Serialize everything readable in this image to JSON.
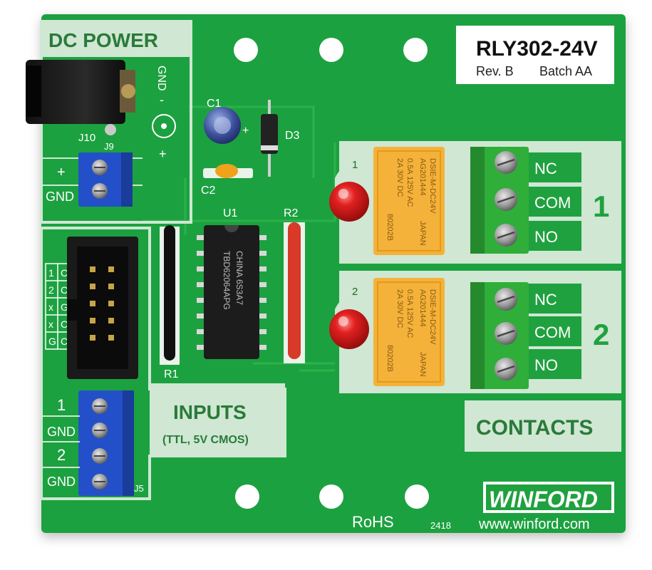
{
  "board": {
    "colors": {
      "pcb": "#1fa13f",
      "silk_panel": "#cfe7d3",
      "silk_text": "#ffffff",
      "panel_text": "#2a7a3a",
      "relay": "#f4b23a",
      "terminal_green": "#2fae3a",
      "terminal_blue": "#2350c8",
      "led": "#d81c1c"
    },
    "model": "RLY302-24V",
    "revision": "Rev. B",
    "batch": "Batch AA",
    "sections": {
      "dc_power": "DC POWER",
      "inputs": "INPUTS",
      "inputs_sub": "(TTL, 5V CMOS)",
      "contacts": "CONTACTS"
    },
    "power_labels": {
      "gnd": "GND",
      "minus": "-",
      "plus": "+"
    },
    "designators": {
      "j10": "J10",
      "j9": "J9",
      "j5": "J5",
      "c1": "C1",
      "c2": "C2",
      "d3": "D3",
      "u1": "U1",
      "r1": "R1",
      "r2": "R2"
    },
    "c1_plus": "+",
    "j9_labels": {
      "plus": "+",
      "gnd": "GND"
    },
    "input_labels": [
      "1",
      "GND",
      "2",
      "GND"
    ],
    "header_labels": [
      [
        "1",
        "C"
      ],
      [
        "2",
        "C"
      ],
      [
        "x",
        "G"
      ],
      [
        "x",
        "C"
      ],
      [
        "G",
        "C"
      ]
    ],
    "ic": {
      "line1": "CHINA 6S3A7",
      "line2": "TBD62064APG"
    },
    "relays": [
      {
        "index": "1",
        "lines": [
          "DSIE-M-DC24V",
          "AG201444",
          "0.5A 125V AC",
          "2A 30V DC",
          "80202B",
          "JAPAN"
        ]
      },
      {
        "index": "2",
        "lines": [
          "DSIE-M-DC24V",
          "AG201444",
          "0.5A 125V AC",
          "2A 30V DC",
          "80202B",
          "JAPAN"
        ]
      }
    ],
    "contact_labels": [
      "NC",
      "COM",
      "NO"
    ],
    "channel_numbers": [
      "1",
      "2"
    ],
    "rohs": "RoHS",
    "date_code": "2418",
    "brand": "WINFORD",
    "website": "www.winford.com"
  }
}
